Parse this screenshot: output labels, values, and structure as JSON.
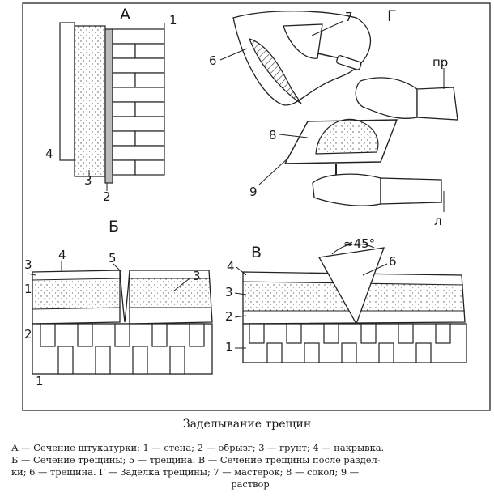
{
  "figure": {
    "panel_a": {
      "letter": "А",
      "labels": {
        "n1": "1",
        "n2": "2",
        "n3": "3",
        "n4": "4"
      }
    },
    "panel_b": {
      "letter": "Б",
      "labels": {
        "n1": "1",
        "n2": "2",
        "n3": "3",
        "n3b": "3",
        "n4": "4",
        "n5": "5",
        "n1b": "1"
      }
    },
    "panel_v": {
      "letter": "В",
      "labels": {
        "n1": "1",
        "n2": "2",
        "n3": "3",
        "n4": "4",
        "n6": "6"
      },
      "angle": "≈45°"
    },
    "panel_g": {
      "letter": "Г",
      "labels": {
        "n6": "6",
        "n7": "7",
        "n8": "8",
        "n9": "9",
        "right_hand": "пр",
        "left_hand": "л"
      }
    }
  },
  "caption": {
    "title": "Заделывание трещин",
    "lines": [
      "А — Сечение штукатурки: 1 — стена; 2 — обрызг; 3 — грунт; 4 — накрывка.",
      "Б — Сечение трещины; 5 — трещина. В — Сечение трещины после раздел-",
      "ки; 6 — трещина. Г — Заделка трещины; 7 — мастерок; 8 — сокол; 9 —",
      "раствор"
    ]
  }
}
